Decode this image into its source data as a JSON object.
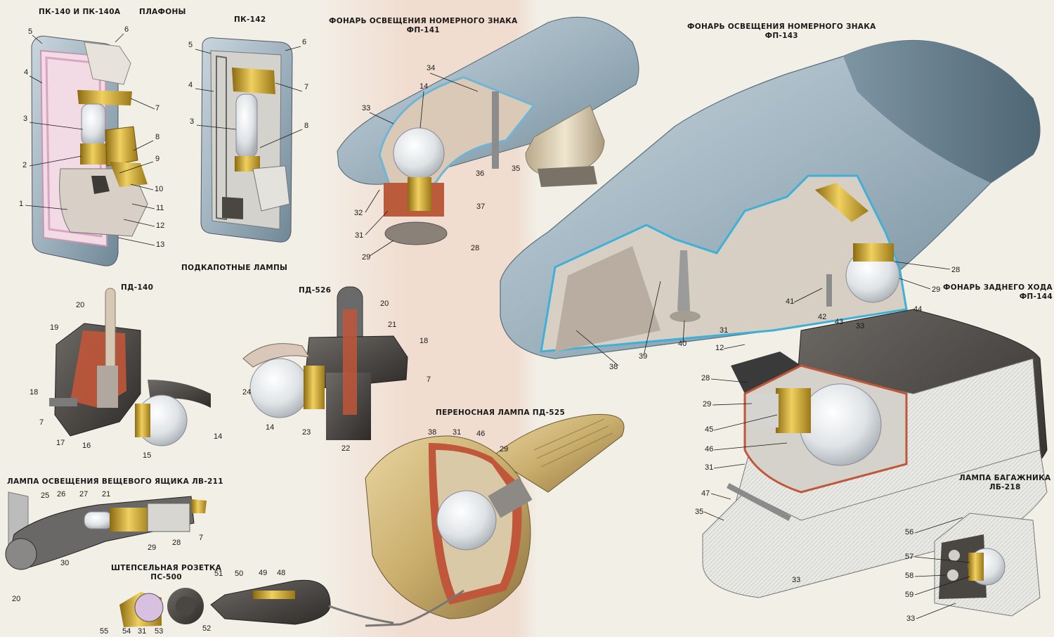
{
  "titles": {
    "plafony": "ПЛАФОНЫ",
    "pk140": "ПК-140 И ПК-140А",
    "pk142": "ПК-142",
    "fp141_line1": "ФОНАРЬ ОСВЕЩЕНИЯ НОМЕРНОГО ЗНАКА",
    "fp141_line2": "ФП-141",
    "fp143_line1": "ФОНАРЬ ОСВЕЩЕНИЯ НОМЕРНОГО ЗНАКА",
    "fp143_line2": "ФП-143",
    "podkapot": "ПОДКАПОТНЫЕ ЛАМПЫ",
    "pd140": "ПД-140",
    "pd526": "ПД-526",
    "fp144_line1": "ФОНАРЬ ЗАДНЕГО ХОДА",
    "fp144_line2": "ФП-144",
    "pd525": "ПЕРЕНОСНАЯ ЛАМПА ПД-525",
    "lv211": "ЛАМПА ОСВЕЩЕНИЯ ВЕЩЕВОГО ЯЩИКА ЛВ-211",
    "ps500_line1": "ШТЕПСЕЛЬНАЯ РОЗЕТКА",
    "ps500_line2": "ПС-500",
    "lb218_line1": "ЛАМПА БАГАЖНИКА",
    "lb218_line2": "ЛБ-218"
  },
  "callouts": {
    "pk140": [
      "5",
      "6",
      "4",
      "7",
      "3",
      "8",
      "2",
      "9",
      "10",
      "1",
      "11",
      "12",
      "13"
    ],
    "pk142": [
      "5",
      "6",
      "4",
      "7",
      "3",
      "8"
    ],
    "fp141": [
      "34",
      "14",
      "33",
      "36",
      "35",
      "32",
      "37",
      "31",
      "29",
      "28"
    ],
    "fp143": [
      "28",
      "29",
      "41",
      "42",
      "43",
      "33",
      "44",
      "31",
      "38",
      "39",
      "40"
    ],
    "pd140": [
      "20",
      "19",
      "18",
      "7",
      "17",
      "16",
      "15",
      "14"
    ],
    "pd526": [
      "20",
      "21",
      "18",
      "24",
      "7",
      "14",
      "23",
      "22"
    ],
    "fp144": [
      "12",
      "28",
      "29",
      "45",
      "46",
      "31",
      "47",
      "35",
      "33"
    ],
    "pd525": [
      "38",
      "31",
      "46",
      "29"
    ],
    "lv211": [
      "25",
      "26",
      "27",
      "21",
      "7",
      "28",
      "29",
      "30",
      "20"
    ],
    "ps500": [
      "55",
      "54",
      "31",
      "53",
      "52",
      "51",
      "50",
      "49",
      "48"
    ],
    "lb218": [
      "56",
      "57",
      "58",
      "59",
      "33"
    ]
  },
  "colors": {
    "background": "#f2efe6",
    "housing_blue": "#9fb3bf",
    "cut_edge_blue": "#3fb0d8",
    "brass": "#c9a227",
    "red_section": "#c0563a",
    "dark_body": "#4a4642",
    "cream": "#e6dcc0"
  }
}
